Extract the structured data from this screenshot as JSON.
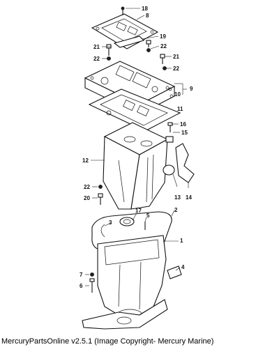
{
  "caption": "MercuryPartsOnline v2.5.1 (Image Copyright- Mercury Marine)",
  "callouts": {
    "c1": "1",
    "c2": "2",
    "c3": "3",
    "c4": "4",
    "c5": "5",
    "c6": "6",
    "c7": "7",
    "c8": "8",
    "c9": "9",
    "c10": "10",
    "c11": "11",
    "c12": "12",
    "c13": "13",
    "c14": "14",
    "c15": "15",
    "c16": "16",
    "c17": "17",
    "c18": "18",
    "c19": "19",
    "c20": "20",
    "c21a": "21",
    "c21b": "21",
    "c22a": "22",
    "c22b": "22",
    "c22c": "22",
    "c22d": "22"
  }
}
